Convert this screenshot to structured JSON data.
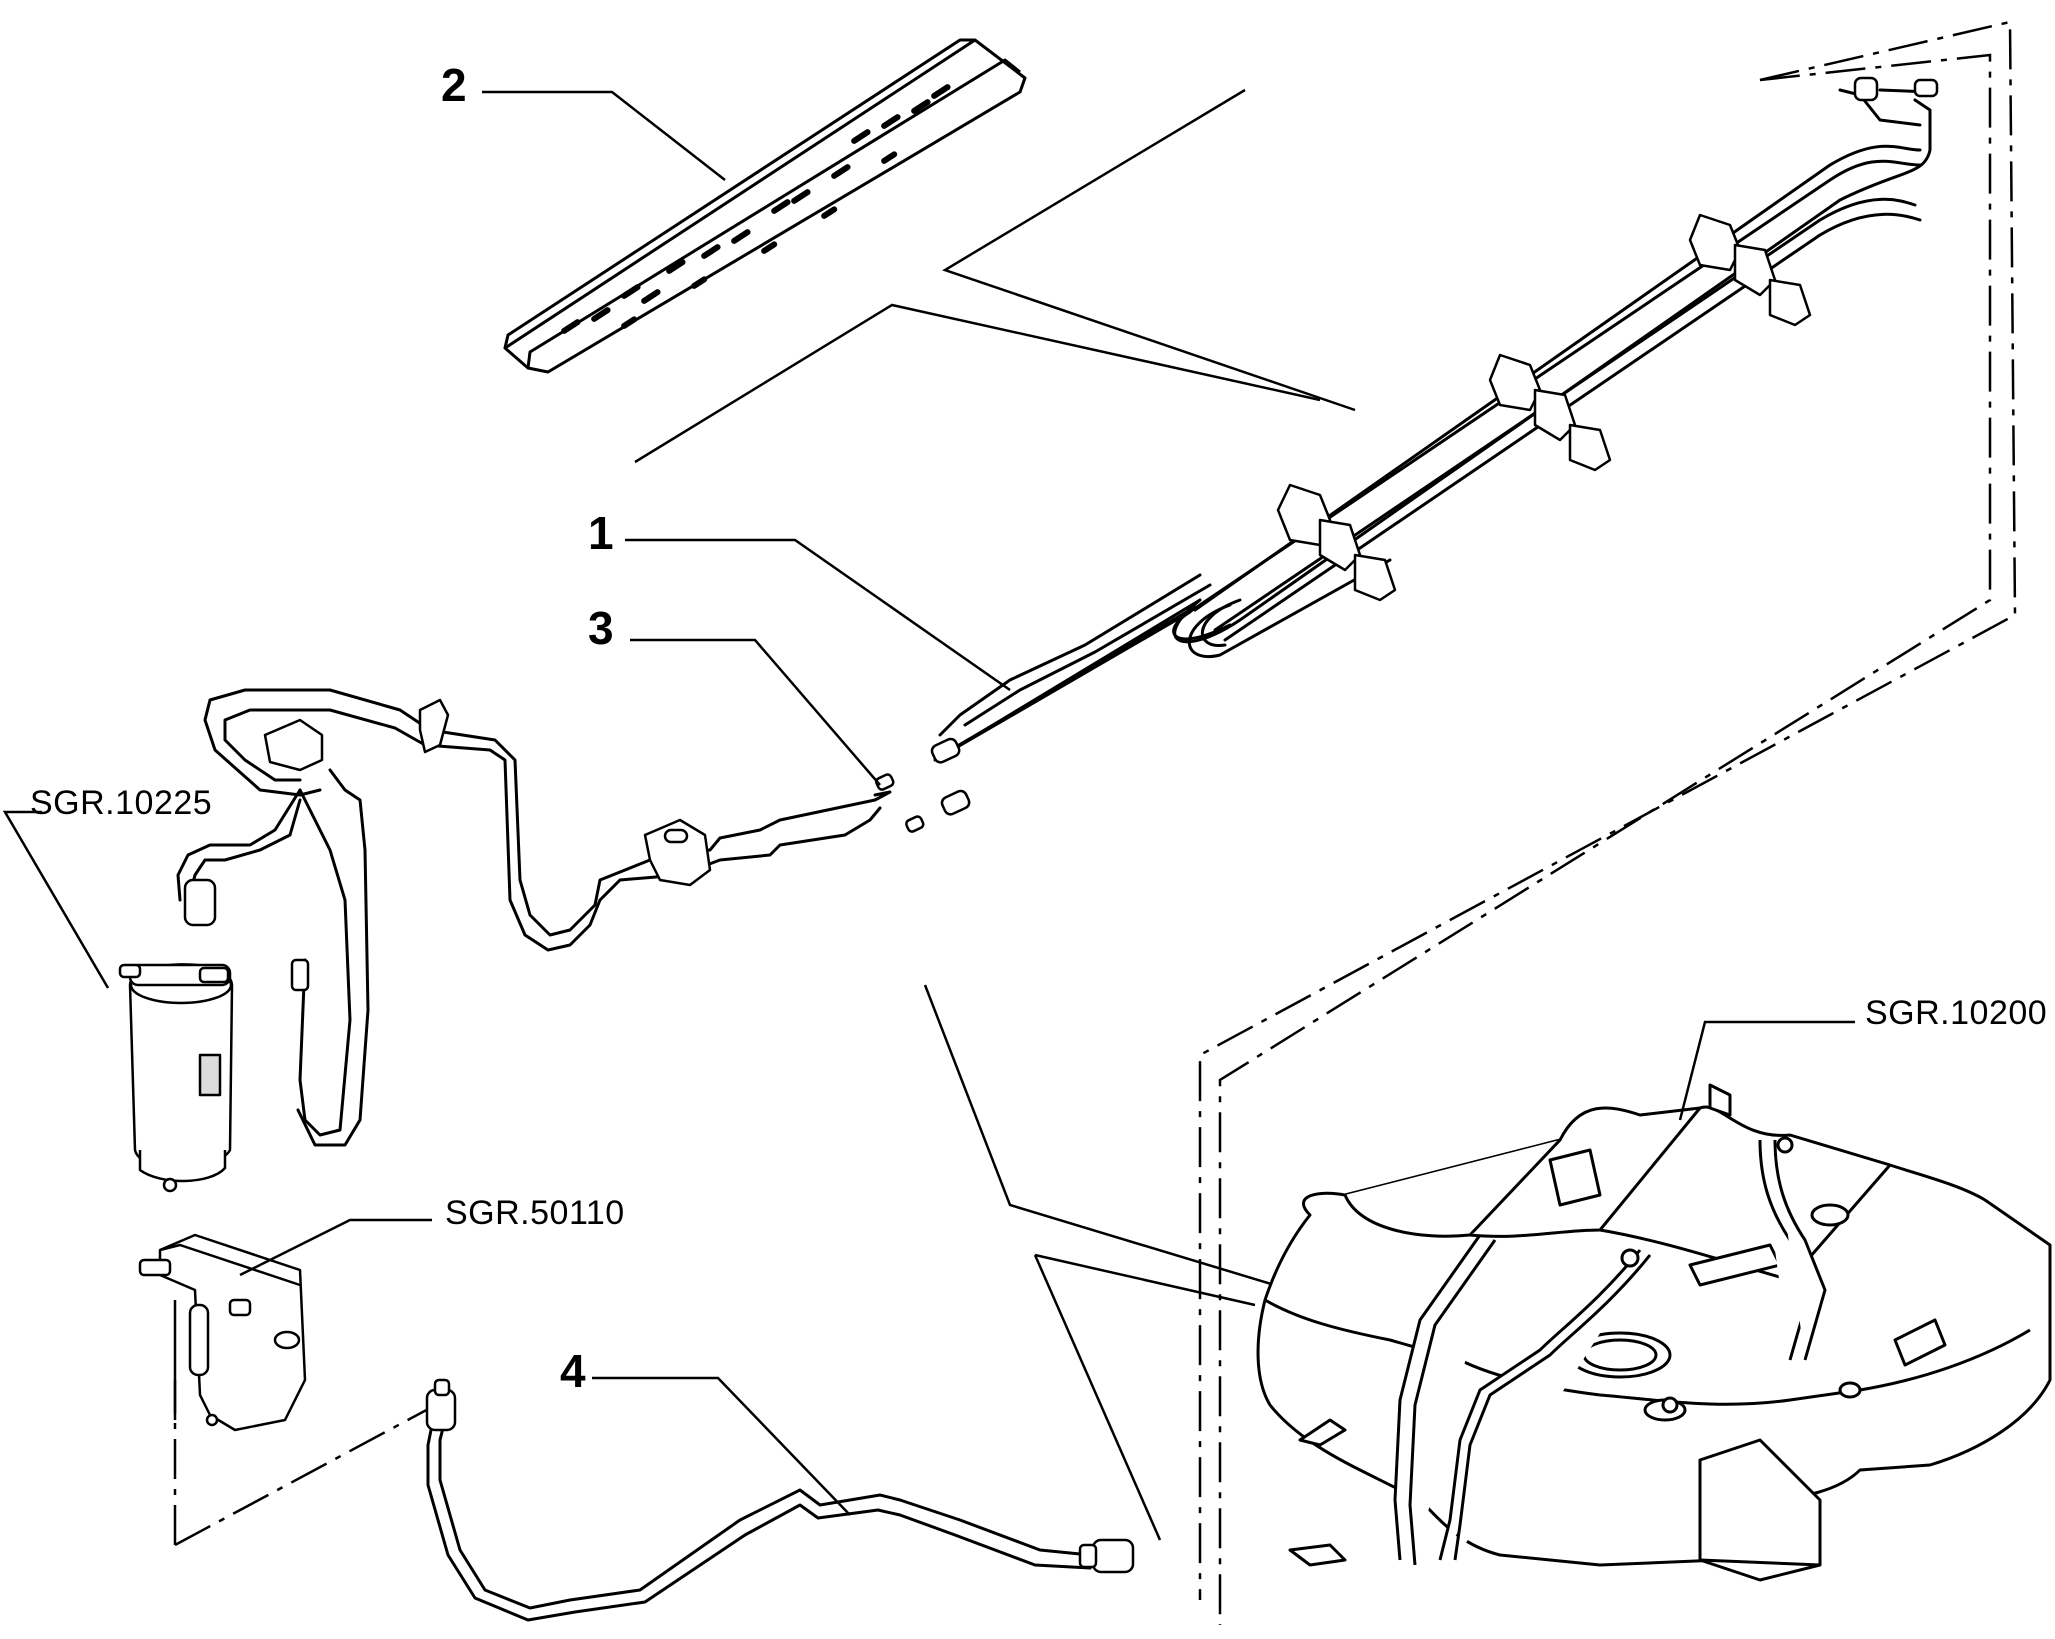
{
  "callouts": {
    "part_1": "1",
    "part_2": "2",
    "part_3": "3",
    "part_4": "4",
    "ref_filter": "SGR.10225",
    "ref_canister": "SGR.50110",
    "ref_tank": "SGR.10200"
  },
  "colors": {
    "line": "#000000",
    "fill": "#ffffff",
    "shade": "#dcdcdc"
  }
}
